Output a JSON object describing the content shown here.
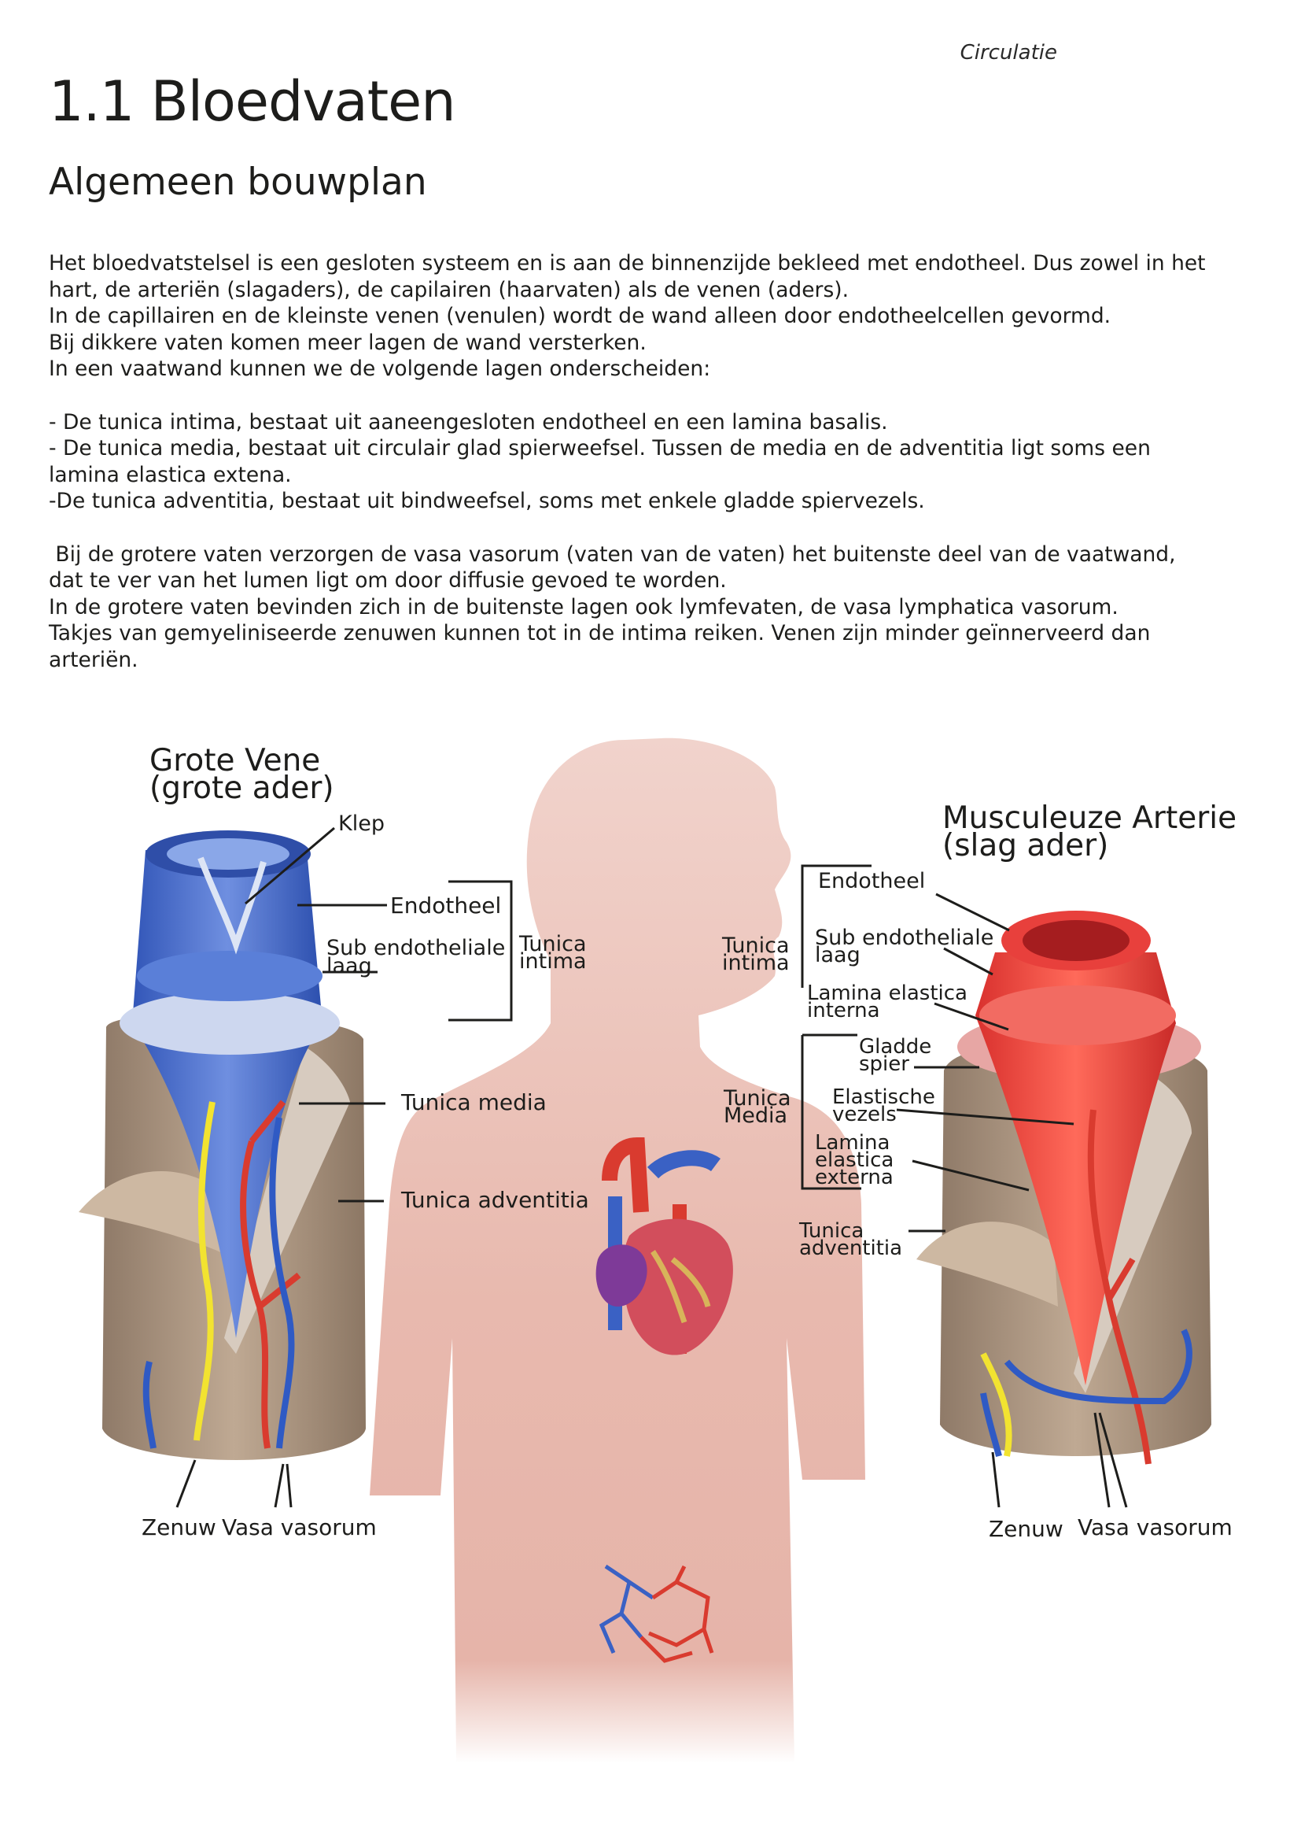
{
  "header": {
    "section": "Circulatie"
  },
  "title": "1.1 Bloedvaten",
  "subtitle": "Algemeen bouwplan",
  "paragraphs": [
    "Het bloedvatstelsel is een gesloten systeem en is aan de binnenzijde bekleed met endotheel. Dus zowel in het",
    "hart, de arteriën (slagaders), de capilairen (haarvaten) als de venen (aders).",
    "In de capillairen en de kleinste venen (venulen) wordt de wand alleen door endotheelcellen gevormd.",
    "Bij dikkere vaten komen meer lagen de wand versterken.",
    "In een vaatwand kunnen we de volgende lagen onderscheiden:",
    "",
    "- De tunica intima, bestaat uit aaneengesloten endotheel en een lamina basalis.",
    "- De tunica media, bestaat uit circulair glad spierweefsel. Tussen de media en de adventitia ligt soms een",
    "lamina elastica extena.",
    "-De tunica adventitia, bestaat uit bindweefsel, soms met enkele gladde spiervezels.",
    "",
    " Bij de grotere vaten verzorgen de vasa vasorum (vaten van de vaten) het buitenste deel van de vaatwand,",
    "dat te ver van het lumen ligt om door diffusie gevoed te worden.",
    "In de grotere vaten bevinden zich in de buitenste lagen ook lymfevaten, de vasa lymphatica vasorum.",
    "Takjes van gemyeliniseerde zenuwen kunnen tot in de intima reiken. Venen zijn minder geïnnerveerd dan",
    "arteriën."
  ],
  "figure": {
    "vein": {
      "title_line1": "Grote Vene",
      "title_line2": "(grote ader)",
      "klep": "Klep",
      "endotheel": "Endotheel",
      "sub_line1": "Sub endotheliale",
      "sub_line2": "laag",
      "tunica_intima_line1": "Tunica",
      "tunica_intima_line2": "intima",
      "tunica_media": "Tunica media",
      "tunica_adventitia": "Tunica adventitia",
      "zenuw": "Zenuw",
      "vasa_vasorum": "Vasa vasorum"
    },
    "artery": {
      "title_line1": "Musculeuze Arterie",
      "title_line2": "(slag ader)",
      "endotheel": "Endotheel",
      "tunica_intima_line1": "Tunica",
      "tunica_intima_line2": "intima",
      "sub_line1": "Sub endotheliale",
      "sub_line2": "laag",
      "lamina_interna_line1": "Lamina elastica",
      "lamina_interna_line2": "interna",
      "gladde_line1": "Gladde",
      "gladde_line2": "spier",
      "tunica_media_line1": "Tunica",
      "tunica_media_line2": "Media",
      "elastische_line1": "Elastische",
      "elastische_line2": "vezels",
      "lamina_externa_line1": "Lamina",
      "lamina_externa_line2": "elastica",
      "lamina_externa_line3": "externa",
      "tunica_adventitia_line1": "Tunica",
      "tunica_adventitia_line2": "adventitia",
      "zenuw": "Zenuw",
      "vasa_vasorum": "Vasa vasorum"
    }
  },
  "colors": {
    "body_silhouette": "#ecc4bb",
    "vein_blue": "#3f64c8",
    "artery_red": "#e8403c",
    "adventitia_tan": "#b39c86",
    "nerve_yellow": "#f2e330",
    "heart_purple": "#7e3a98"
  }
}
